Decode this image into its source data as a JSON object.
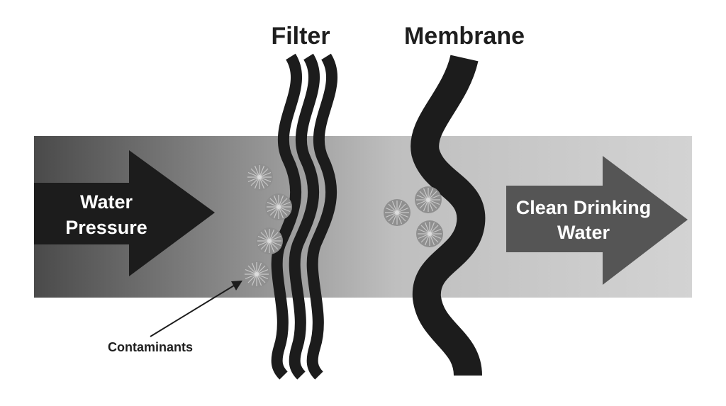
{
  "labels": {
    "filter": "Filter",
    "membrane": "Membrane",
    "inlet_line1": "Water",
    "inlet_line2": "Pressure",
    "outlet_line1": "Clean Drinking",
    "outlet_line2": "Water",
    "contaminants": "Contaminants"
  },
  "colors": {
    "channel_dark": "#4a4a4a",
    "channel_light": "#d3d3d3",
    "inlet_arrow": "#1c1c1c",
    "outlet_arrow": "#555555",
    "wave": "#1c1c1c",
    "particle": "#8f8f8f"
  }
}
